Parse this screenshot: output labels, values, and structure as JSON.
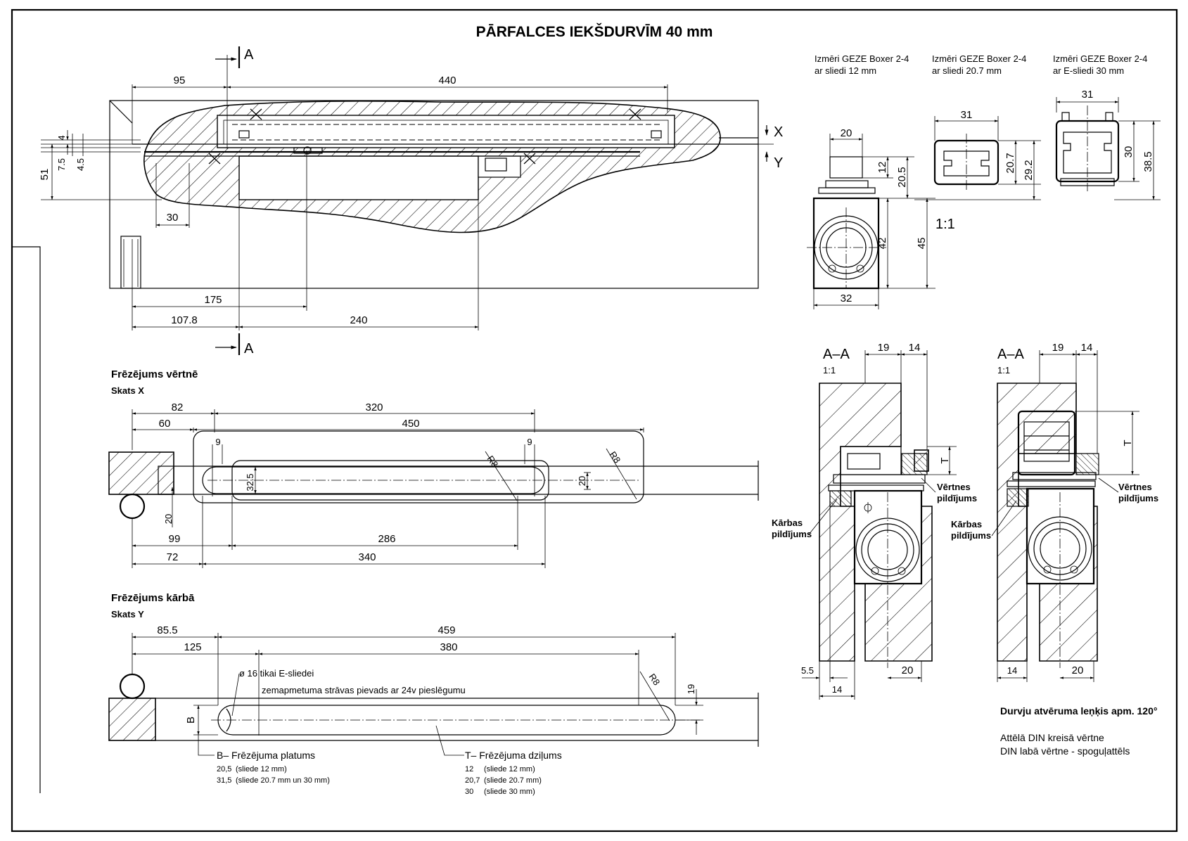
{
  "title": "PĀRFALCES IEKŠDURVĪM 40 mm",
  "section_markers": {
    "a_top": "A",
    "a_bottom": "A",
    "x": "X",
    "y": "Y"
  },
  "top_view": {
    "dims": {
      "d95": "95",
      "d440": "440",
      "d4": "4",
      "d7_5": "7.5",
      "d4_5": "4.5",
      "d51": "51",
      "d30": "30",
      "d175": "175",
      "d107_8": "107.8",
      "d240": "240"
    }
  },
  "profiles": {
    "p12": {
      "line1": "Izmēri GEZE Boxer 2-4",
      "line2": "ar sliedi 12 mm",
      "dims": {
        "w20": "20",
        "h12": "12",
        "h20_5": "20.5",
        "h42": "42",
        "h45": "45",
        "w32": "32"
      }
    },
    "p20_7": {
      "line1": "Izmēri GEZE Boxer 2-4",
      "line2": "ar sliedi 20.7 mm",
      "dims": {
        "w31": "31",
        "h20_7": "20.7",
        "h29_2": "29.2"
      }
    },
    "p30": {
      "line1": "Izmēri GEZE Boxer 2-4",
      "line2": "ar E-sliedi 30 mm",
      "dims": {
        "w31": "31",
        "h30": "30",
        "h38_5": "38.5"
      }
    },
    "scale": "1:1"
  },
  "milling_leaf": {
    "heading": "Frēzējums vērtnē",
    "view": "Skats X",
    "dims": {
      "d82": "82",
      "d320": "320",
      "d60": "60",
      "d450": "450",
      "d9a": "9",
      "d9b": "9",
      "r8a": "R8",
      "r8b": "R8",
      "d32_5": "32.5",
      "d20r": "20",
      "d20l": "20",
      "d99": "99",
      "d286": "286",
      "d72": "72",
      "d340": "340"
    }
  },
  "milling_frame": {
    "heading": "Frēzējums kārbā",
    "view": "Skats Y",
    "dims": {
      "d85_5": "85.5",
      "d459": "459",
      "d125": "125",
      "d380": "380",
      "r8": "R8",
      "d19": "19",
      "b": "B"
    },
    "note_phi": "ø 16  tikai E-sliedei",
    "note_power": "zemapmetuma strāvas pievads ar 24v pieslēgumu",
    "legend_b": {
      "title": "B– Frēzējuma platums",
      "r1v": "20,5",
      "r1t": "(sliede 12 mm)",
      "r2v": "31,5",
      "r2t": "(sliede 20.7 mm un 30 mm)"
    },
    "legend_t": {
      "title": "T– Frēzējuma dziļums",
      "r1v": "12",
      "r1t": "(sliede 12 mm)",
      "r2v": "20,7",
      "r2t": "(sliede 20.7 mm)",
      "r3v": "30",
      "r3t": "(sliede 30 mm)"
    }
  },
  "section_left": {
    "label": "A–A",
    "scale": "1:1",
    "dims": {
      "d19": "19",
      "d14": "14",
      "t": "T",
      "d5_5": "5.5",
      "d14b": "14",
      "d20": "20"
    },
    "callout_leaf_1": "Vērtnes",
    "callout_leaf_2": "pildījums",
    "callout_frame_1": "Kārbas",
    "callout_frame_2": "pildījums"
  },
  "section_right": {
    "label": "A–A",
    "scale": "1:1",
    "dims": {
      "d19": "19",
      "d14": "14",
      "t": "T",
      "d14b": "14",
      "d20": "20"
    },
    "callout_leaf_1": "Vērtnes",
    "callout_leaf_2": "pildījums",
    "callout_frame_1": "Kārbas",
    "callout_frame_2": "pildījums"
  },
  "notes": {
    "angle": "Durvju atvēruma leņķis apm. 120°",
    "din1": "Attēlā DIN kreisā vērtne",
    "din2": "DIN labā vērtne - spoguļattēls"
  }
}
